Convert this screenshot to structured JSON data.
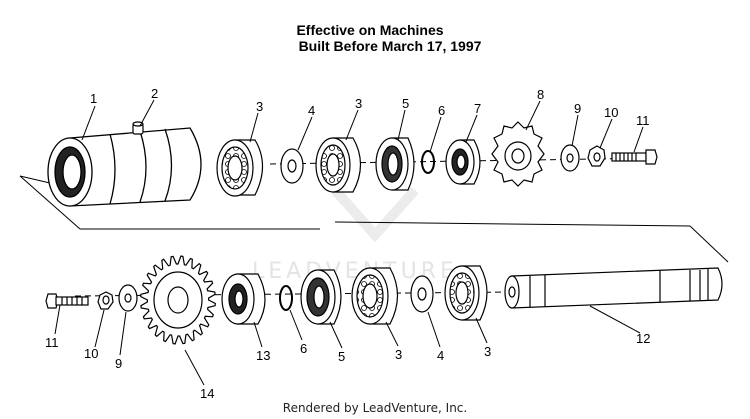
{
  "title": {
    "line1": "Effective on Machines",
    "line2": "Built Before March 17, 1997"
  },
  "callouts": {
    "top": [
      "1",
      "2",
      "3",
      "4",
      "3",
      "5",
      "6",
      "7",
      "8",
      "9",
      "10",
      "11"
    ],
    "bottom": [
      "11",
      "10",
      "9",
      "14",
      "13",
      "6",
      "5",
      "3",
      "4",
      "3",
      "12"
    ]
  },
  "watermark": "LEADVENTURE",
  "footer": "Rendered by LeadVenture, Inc."
}
